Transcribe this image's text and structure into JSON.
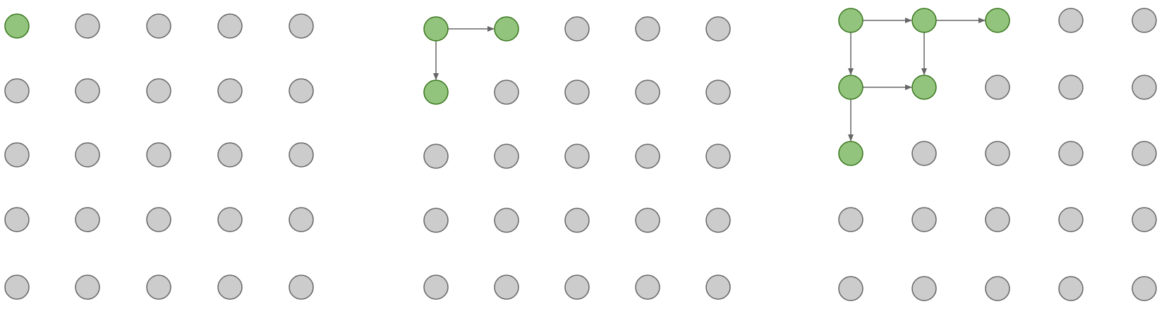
{
  "colors": {
    "background": "#ffffff",
    "inactive_fill": "#cccccc",
    "inactive_stroke": "#666666",
    "active_fill": "#93c47d",
    "active_stroke": "#38761d",
    "edge": "#666666"
  },
  "grids": [
    {
      "rows": 5,
      "cols": 5,
      "active_nodes": [
        [
          0,
          0
        ]
      ],
      "edges": []
    },
    {
      "rows": 5,
      "cols": 5,
      "active_nodes": [
        [
          0,
          0
        ],
        [
          0,
          1
        ],
        [
          1,
          0
        ]
      ],
      "edges": [
        {
          "from": [
            0,
            0
          ],
          "to": [
            0,
            1
          ]
        },
        {
          "from": [
            0,
            0
          ],
          "to": [
            1,
            0
          ]
        }
      ]
    },
    {
      "rows": 5,
      "cols": 5,
      "active_nodes": [
        [
          0,
          0
        ],
        [
          0,
          1
        ],
        [
          0,
          2
        ],
        [
          1,
          0
        ],
        [
          1,
          1
        ],
        [
          2,
          0
        ]
      ],
      "edges": [
        {
          "from": [
            0,
            0
          ],
          "to": [
            0,
            1
          ]
        },
        {
          "from": [
            0,
            1
          ],
          "to": [
            0,
            2
          ]
        },
        {
          "from": [
            0,
            0
          ],
          "to": [
            1,
            0
          ]
        },
        {
          "from": [
            0,
            1
          ],
          "to": [
            1,
            1
          ]
        },
        {
          "from": [
            1,
            0
          ],
          "to": [
            1,
            1
          ]
        },
        {
          "from": [
            1,
            0
          ],
          "to": [
            2,
            0
          ]
        }
      ]
    }
  ]
}
